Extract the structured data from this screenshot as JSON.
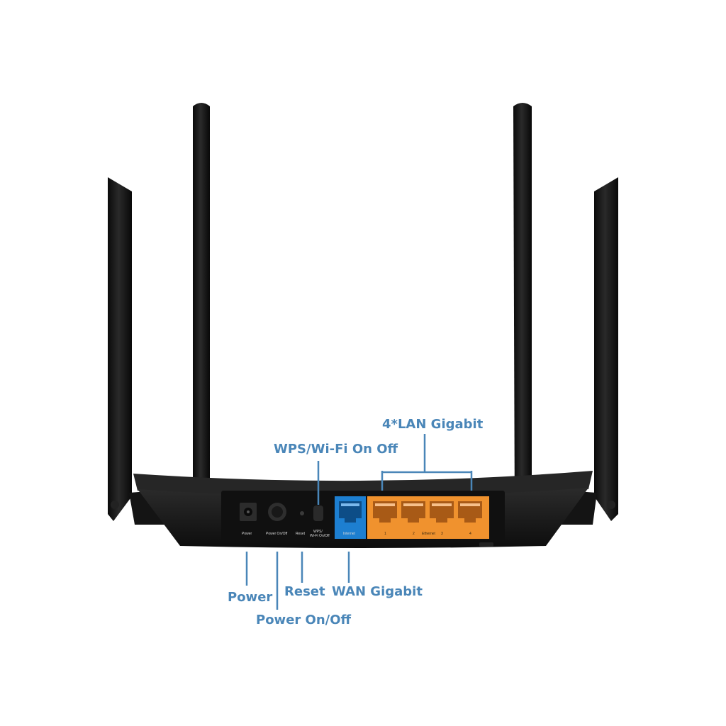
{
  "callouts": {
    "lan": "4*LAN Gigabit",
    "wps": "WPS/Wi-Fi On Off",
    "power": "Power",
    "reset": "Reset",
    "wan": "WAN Gigabit",
    "power_onoff": "Power On/Off"
  },
  "panel_labels": {
    "power": "Power",
    "power_onoff": "Power On/Off",
    "reset": "Reset",
    "wps_line1": "WPS/",
    "wps_line2": "Wi-Fi On/Off",
    "internet": "Internet",
    "lan1": "1",
    "lan2": "2",
    "ethernet": "Ethernet",
    "lan3": "3",
    "lan4": "4"
  },
  "colors": {
    "callout_text": "#4a86b8",
    "lan_port": "#f0922e",
    "wan_port": "#1d7fd1",
    "router_body": "#151515"
  }
}
